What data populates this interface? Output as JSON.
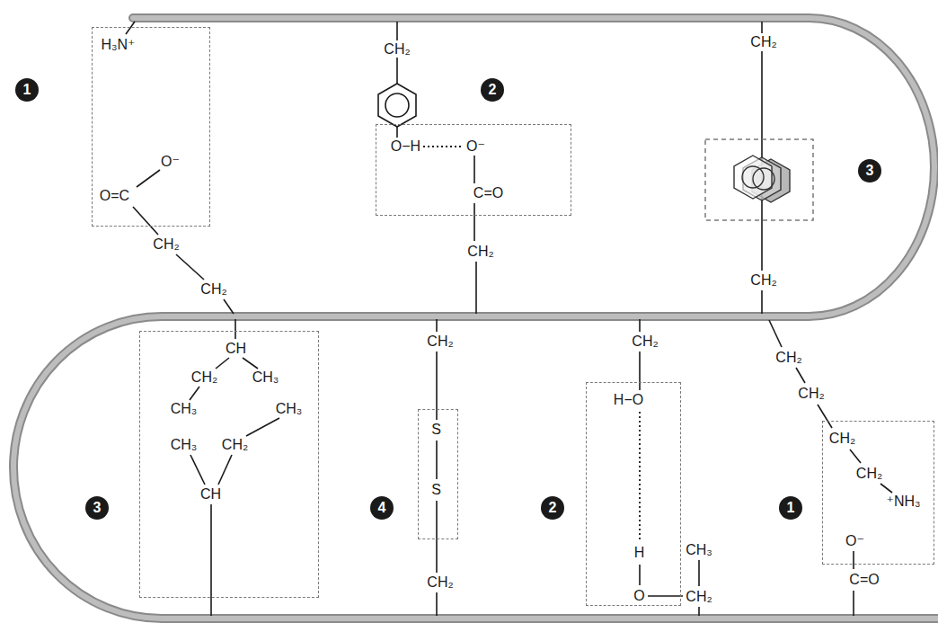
{
  "diagram": {
    "nodes": [
      {
        "text": [
          "H₃N⁺",
          "O⁻",
          "O=C"
        ]
      },
      {
        "text": [
          "O−H",
          "O⁻",
          "C=O"
        ]
      },
      {
        "text": [
          "CH",
          "CH₂",
          "CH₃",
          "CH₃",
          "CH₃",
          "CH₃",
          "CH₂",
          "CH"
        ]
      },
      {
        "text": [
          "S",
          "S"
        ]
      },
      {
        "text": [
          "H−O",
          "H",
          "O"
        ]
      },
      {
        "text": [
          "CH₂",
          "CH₂",
          "⁺NH₃",
          "O⁻"
        ]
      }
    ],
    "labels": [
      "1",
      "CH₂",
      "CH₂",
      "CH₂",
      "2",
      "CH₂",
      "CH₂",
      "3",
      "CH₂",
      "3",
      "CH₂",
      "4",
      "CH₂",
      "CH₂",
      "2",
      "CH₃",
      "CH₂",
      "CH₂",
      "CH₂",
      "1",
      "C=O"
    ]
  }
}
